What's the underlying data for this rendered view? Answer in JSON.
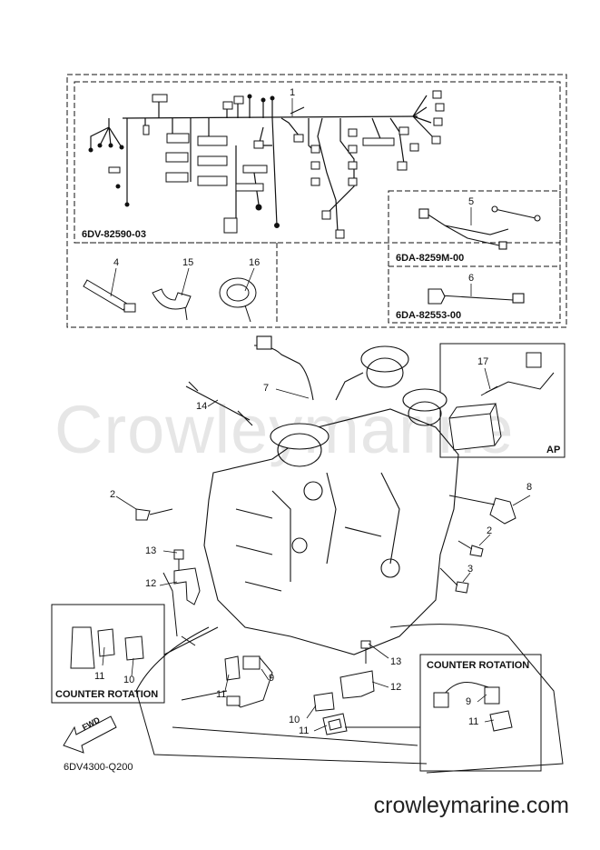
{
  "watermark": "Crowleymarine",
  "site": "crowleymarine.com",
  "diagram_code": "6DV4300-Q200",
  "fwd": "FWD",
  "ap_label": "AP",
  "counter_rotation": "COUNTER ROTATION",
  "part_numbers": {
    "harness_main": "6DV-82590-03",
    "harness_sub1": "6DA-8259M-00",
    "harness_sub2": "6DA-82553-00"
  },
  "callouts": {
    "c1": "1",
    "c2a": "2",
    "c2b": "2",
    "c3": "3",
    "c4": "4",
    "c5": "5",
    "c6": "6",
    "c7": "7",
    "c8": "8",
    "c9a": "9",
    "c9b": "9",
    "c10a": "10",
    "c10b": "10",
    "c11a": "11",
    "c11b": "11",
    "c11c": "11",
    "c11d": "11",
    "c12a": "12",
    "c12b": "12",
    "c13a": "13",
    "c13b": "13",
    "c14": "14",
    "c15": "15",
    "c16": "16",
    "c17": "17"
  }
}
